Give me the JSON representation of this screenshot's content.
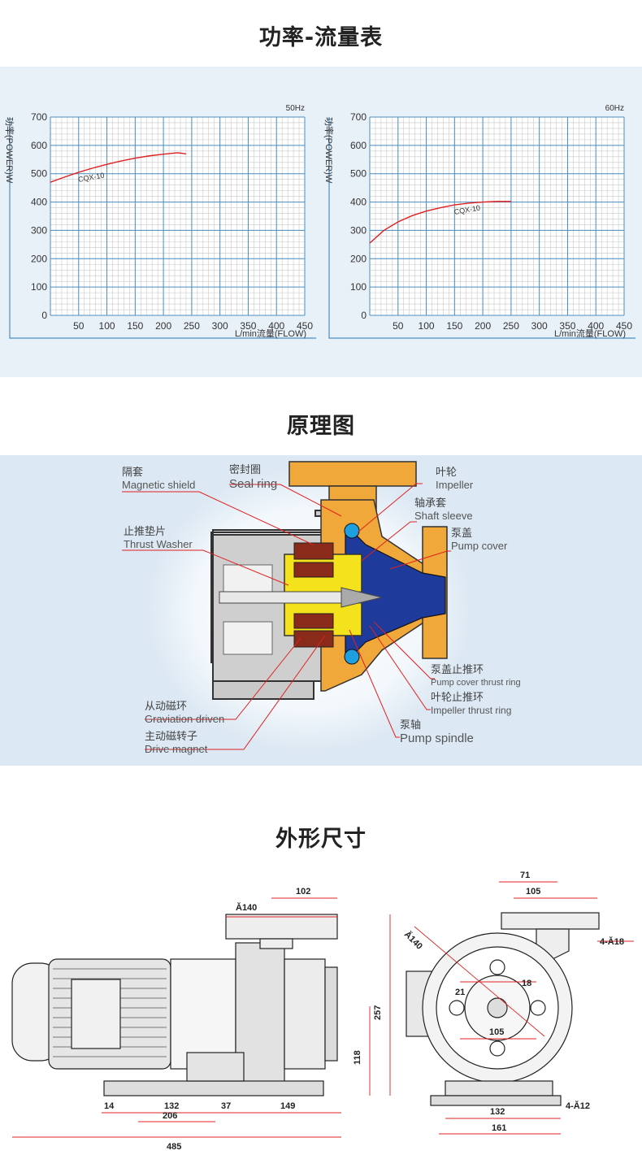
{
  "sections": {
    "power_flow_title": "功率-流量表",
    "principle_title": "原理图",
    "dimensions_title": "外形尺寸"
  },
  "chart_data": [
    {
      "type": "line",
      "freq_label": "50Hz",
      "ylabel": "功率(POWER)W",
      "xlabel": "L/min流量(FLOW)",
      "ylim": [
        0,
        700
      ],
      "xlim": [
        0,
        450
      ],
      "yticks": [
        "0",
        "100",
        "200",
        "300",
        "400",
        "500",
        "600",
        "700"
      ],
      "xticks": [
        "50",
        "100",
        "150",
        "200",
        "250",
        "300",
        "350",
        "400",
        "450"
      ],
      "grid": true,
      "series": [
        {
          "name": "CQX-10",
          "color": "#e02020",
          "x": [
            0,
            25,
            50,
            75,
            100,
            125,
            150,
            175,
            200,
            225,
            240
          ],
          "y": [
            470,
            488,
            505,
            520,
            533,
            545,
            555,
            563,
            569,
            574,
            570
          ]
        }
      ]
    },
    {
      "type": "line",
      "freq_label": "60Hz",
      "ylabel": "功率(POWER)W",
      "xlabel": "L/min流量(FLOW)",
      "ylim": [
        0,
        700
      ],
      "xlim": [
        0,
        450
      ],
      "yticks": [
        "0",
        "100",
        "200",
        "300",
        "400",
        "500",
        "600",
        "700"
      ],
      "xticks": [
        "50",
        "100",
        "150",
        "200",
        "250",
        "300",
        "350",
        "400",
        "450"
      ],
      "grid": true,
      "series": [
        {
          "name": "CQX-10",
          "color": "#e02020",
          "x": [
            0,
            25,
            50,
            75,
            100,
            125,
            150,
            175,
            200,
            225,
            250
          ],
          "y": [
            255,
            300,
            330,
            352,
            368,
            380,
            390,
            396,
            400,
            402,
            402
          ]
        }
      ]
    }
  ],
  "principle": {
    "labels": [
      {
        "cn": "隔套",
        "en": "Magnetic shield"
      },
      {
        "cn": "密封圈",
        "en": "Seal ring"
      },
      {
        "cn": "叶轮",
        "en": "Impeller"
      },
      {
        "cn": "轴承套",
        "en": "Shaft sleeve"
      },
      {
        "cn": "泵盖",
        "en": "Pump cover"
      },
      {
        "cn": "止推垫片",
        "en": "Thrust Washer"
      },
      {
        "cn": "泵盖止推环",
        "en": "Pump cover thrust ring"
      },
      {
        "cn": "叶轮止推环",
        "en": "Impeller thrust ring"
      },
      {
        "cn": "泵轴",
        "en": "Pump spindle"
      },
      {
        "cn": "从动磁环",
        "en": "Graviation driven"
      },
      {
        "cn": "主动磁转子",
        "en": "Drive magnet"
      }
    ]
  },
  "dimensions": {
    "side": {
      "d_flange": "Ă140",
      "w102": "102",
      "h257": "257",
      "h118": "118",
      "b14": "14",
      "b132": "132",
      "b206": "206",
      "b37": "37",
      "b149": "149",
      "total": "485"
    },
    "front": {
      "w71": "71",
      "w105_top": "105",
      "holes_top": "4-Ă18",
      "d140": "Ă140",
      "d21": "21",
      "d18": "18",
      "d105": "105",
      "b132": "132",
      "b161": "161",
      "holes_base": "4-Ă12"
    }
  }
}
